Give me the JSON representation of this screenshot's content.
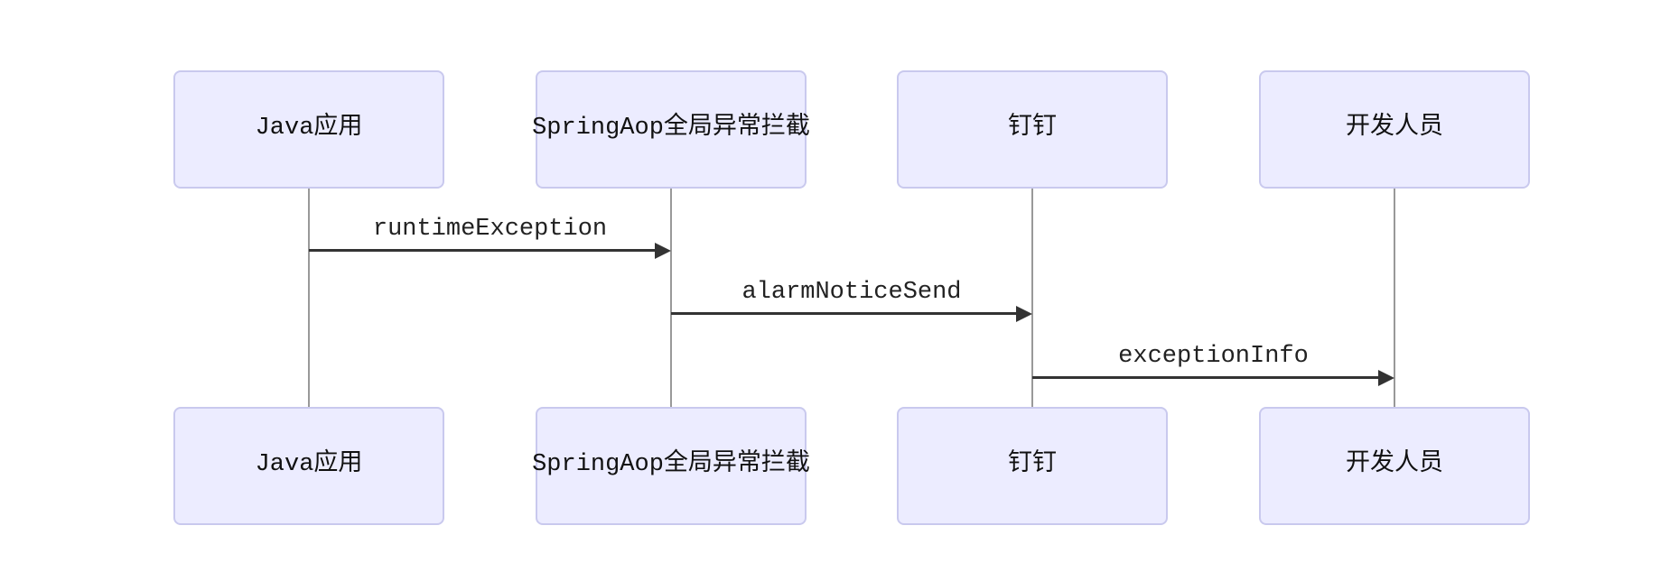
{
  "diagram": {
    "type": "sequence",
    "participants": [
      {
        "id": "java-app",
        "label": "Java应用"
      },
      {
        "id": "spring-aop",
        "label": "SpringAop全局异常拦截"
      },
      {
        "id": "dingtalk",
        "label": "钉钉"
      },
      {
        "id": "developer",
        "label": "开发人员"
      }
    ],
    "messages": [
      {
        "from": "java-app",
        "to": "spring-aop",
        "label": "runtimeException",
        "arrow": "solid-filled-head"
      },
      {
        "from": "spring-aop",
        "to": "dingtalk",
        "label": "alarmNoticeSend",
        "arrow": "solid-filled-head"
      },
      {
        "from": "dingtalk",
        "to": "developer",
        "label": "exceptionInfo",
        "arrow": "solid-filled-head"
      }
    ],
    "colors": {
      "background": "#FFFFFF",
      "actor_fill": "#ECECFF",
      "actor_border": "#C9C9EE",
      "lifeline": "#999999",
      "arrow": "#333333",
      "text": "#111111"
    }
  }
}
